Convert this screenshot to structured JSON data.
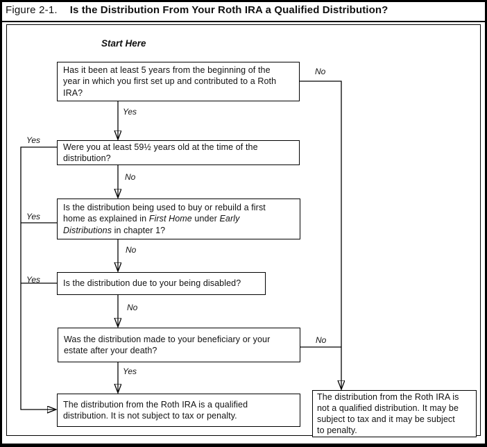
{
  "title": {
    "figure_label": "Figure 2-1.",
    "text": "Is the Distribution From Your Roth IRA a Qualified Distribution?"
  },
  "start_label": "Start Here",
  "labels": {
    "yes": "Yes",
    "no": "No"
  },
  "boxes": {
    "q1": "Has it been at least 5 years from the beginning of the\nyear in which you first set up and contributed to a Roth\nIRA?",
    "q2": "Were you at least 59½ years old at the time of the\ndistribution?",
    "q3": {
      "part1": "Is the distribution being used to buy or rebuild a first\nhome as explained in ",
      "ref1": "First Home",
      "part2": " under ",
      "ref2": "Early\nDistributions",
      "part3": " in chapter 1?"
    },
    "q4": "Is the distribution due to your being disabled?",
    "q5": "Was the distribution made to your beneficiary or your\nestate after your death?",
    "result_qualified": "The distribution from the Roth IRA is a qualified\ndistribution. It is not subject to tax or penalty.",
    "result_not_qualified": "The distribution from the Roth IRA is\nnot a qualified distribution. It may be\nsubject to tax and it may be subject\nto penalty."
  },
  "colors": {
    "line": "#000000",
    "text": "#111111",
    "background": "#ffffff"
  }
}
